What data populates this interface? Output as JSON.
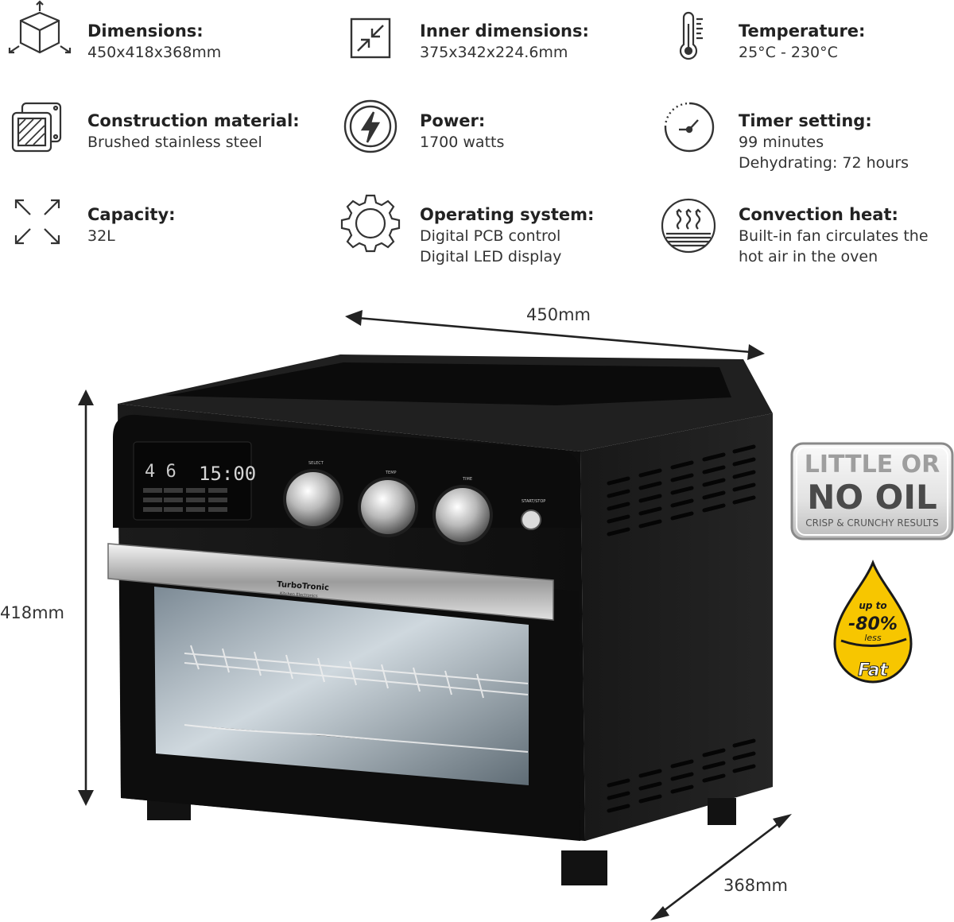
{
  "specs": {
    "dimensions": {
      "label": "Dimensions:",
      "values": [
        "450x418x368mm"
      ],
      "icon": "cube-icon"
    },
    "inner": {
      "label": "Inner dimensions:",
      "values": [
        "375x342x224.6mm"
      ],
      "icon": "shrink-arrows-icon"
    },
    "temperature": {
      "label": "Temperature:",
      "values": [
        "25°C - 230°C"
      ],
      "icon": "thermometer-icon"
    },
    "material": {
      "label": "Construction material:",
      "values": [
        "Brushed stainless steel"
      ],
      "icon": "steel-plate-icon"
    },
    "power": {
      "label": "Power:",
      "values": [
        "1700 watts"
      ],
      "icon": "lightning-icon"
    },
    "timer": {
      "label": "Timer setting:",
      "values": [
        "99 minutes",
        "Dehydrating: 72 hours"
      ],
      "icon": "timer-icon"
    },
    "capacity": {
      "label": "Capacity:",
      "values": [
        "32L"
      ],
      "icon": "expand-arrows-icon"
    },
    "os": {
      "label": "Operating system:",
      "values": [
        "Digital PCB control",
        "Digital LED display"
      ],
      "icon": "gear-icon"
    },
    "convection": {
      "label": "Convection heat:",
      "values": [
        "Built-in fan circulates the",
        "hot air in the oven"
      ],
      "icon": "convection-heat-icon"
    }
  },
  "measurements": {
    "width": "450mm",
    "height": "418mm",
    "depth": "368mm"
  },
  "oven": {
    "brand": "TurboTronic",
    "brand_sub": "Kitchen Electronics",
    "display_left": "4 6",
    "display_right": "15:00",
    "start_label": "START/STOP",
    "knob_labels": [
      "SELECT",
      "TEMP",
      "TIME"
    ]
  },
  "badges": {
    "oil_line1": "LITTLE OR",
    "oil_line2": "NO OIL",
    "oil_line3": "CRISP & CRUNCHY RESULTS",
    "fat_up_to": "up to",
    "fat_pct": "-80%",
    "fat_less": "less",
    "fat_word": "Fat"
  },
  "colors": {
    "badge_yellow": "#f7c600",
    "body_black": "#141414",
    "steel": "#c8c8c8"
  }
}
